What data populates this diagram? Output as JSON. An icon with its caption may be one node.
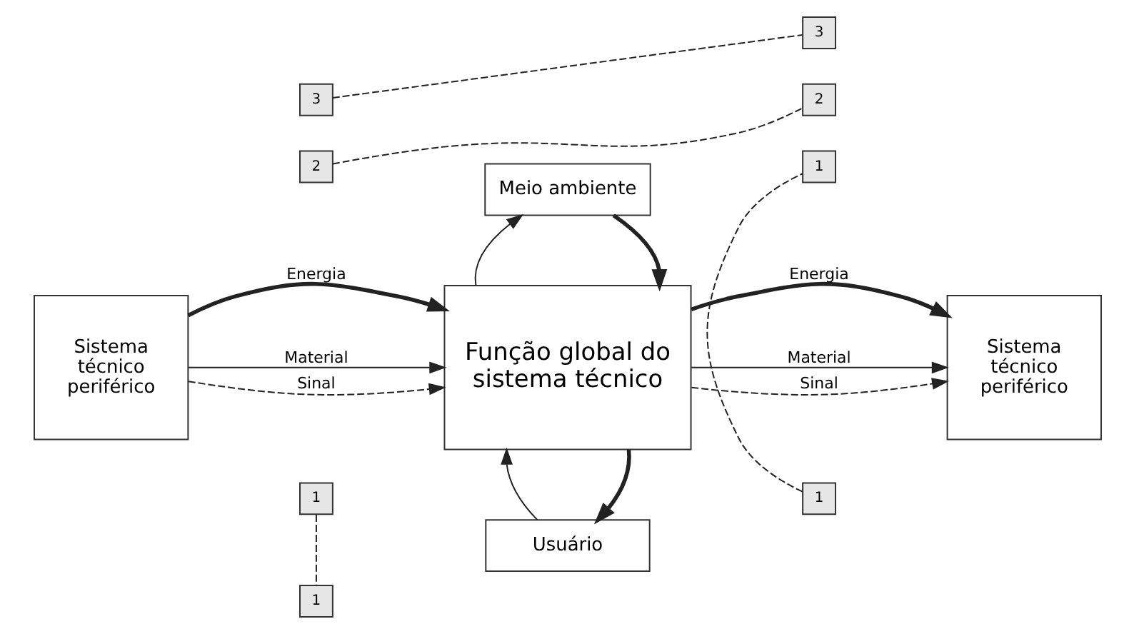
{
  "diagram": {
    "nodes": [
      {
        "text": [
          "Usuário"
        ]
      },
      {
        "text": [
          "Sistema técnico periférico"
        ]
      },
      {
        "text": [
          "Função global do sistema técnico"
        ]
      },
      {
        "text": [
          "Sistema técnico periférico"
        ]
      },
      {
        "text": [
          "Meio ambiente"
        ]
      },
      {
        "text": [
          "1"
        ]
      },
      {
        "text": [
          "1"
        ]
      },
      {
        "text": [
          "2"
        ]
      },
      {
        "text": [
          "2"
        ]
      },
      {
        "text": [
          "3"
        ]
      },
      {
        "text": [
          "3"
        ]
      },
      {
        "text": [
          "1"
        ]
      },
      {
        "text": [
          "1"
        ]
      }
    ],
    "edges": [
      {
        "from": 2,
        "to": 0,
        "arrow": "to",
        "style": "thick"
      },
      {
        "from": 0,
        "to": 2,
        "arrow": "to"
      },
      {
        "from": 1,
        "to": 2,
        "arrow": "to",
        "label": "Energia",
        "style": "thick"
      },
      {
        "from": 1,
        "to": 2,
        "arrow": "to",
        "label": "Material"
      },
      {
        "from": 1,
        "to": 2,
        "arrow": "to",
        "label": "Sinal",
        "style": "dashed"
      },
      {
        "from": 2,
        "to": 3,
        "arrow": "to",
        "label": "Energia",
        "style": "thick"
      },
      {
        "from": 2,
        "to": 3,
        "arrow": "to",
        "label": "Material"
      },
      {
        "from": 2,
        "to": 3,
        "arrow": "to",
        "label": "Sinal",
        "style": "dashed"
      },
      {
        "from": 4,
        "to": 2,
        "arrow": "to",
        "style": "thick"
      },
      {
        "from": 2,
        "to": 4,
        "arrow": "to"
      },
      {
        "from": 5,
        "to": 11,
        "arrow": "none",
        "style": "dashed"
      },
      {
        "from": 6,
        "to": 12,
        "arrow": "none",
        "style": "dashed"
      },
      {
        "from": 7,
        "to": 8,
        "arrow": "none",
        "style": "dashed"
      },
      {
        "from": 9,
        "to": 10,
        "arrow": "none",
        "style": "dashed"
      }
    ]
  }
}
